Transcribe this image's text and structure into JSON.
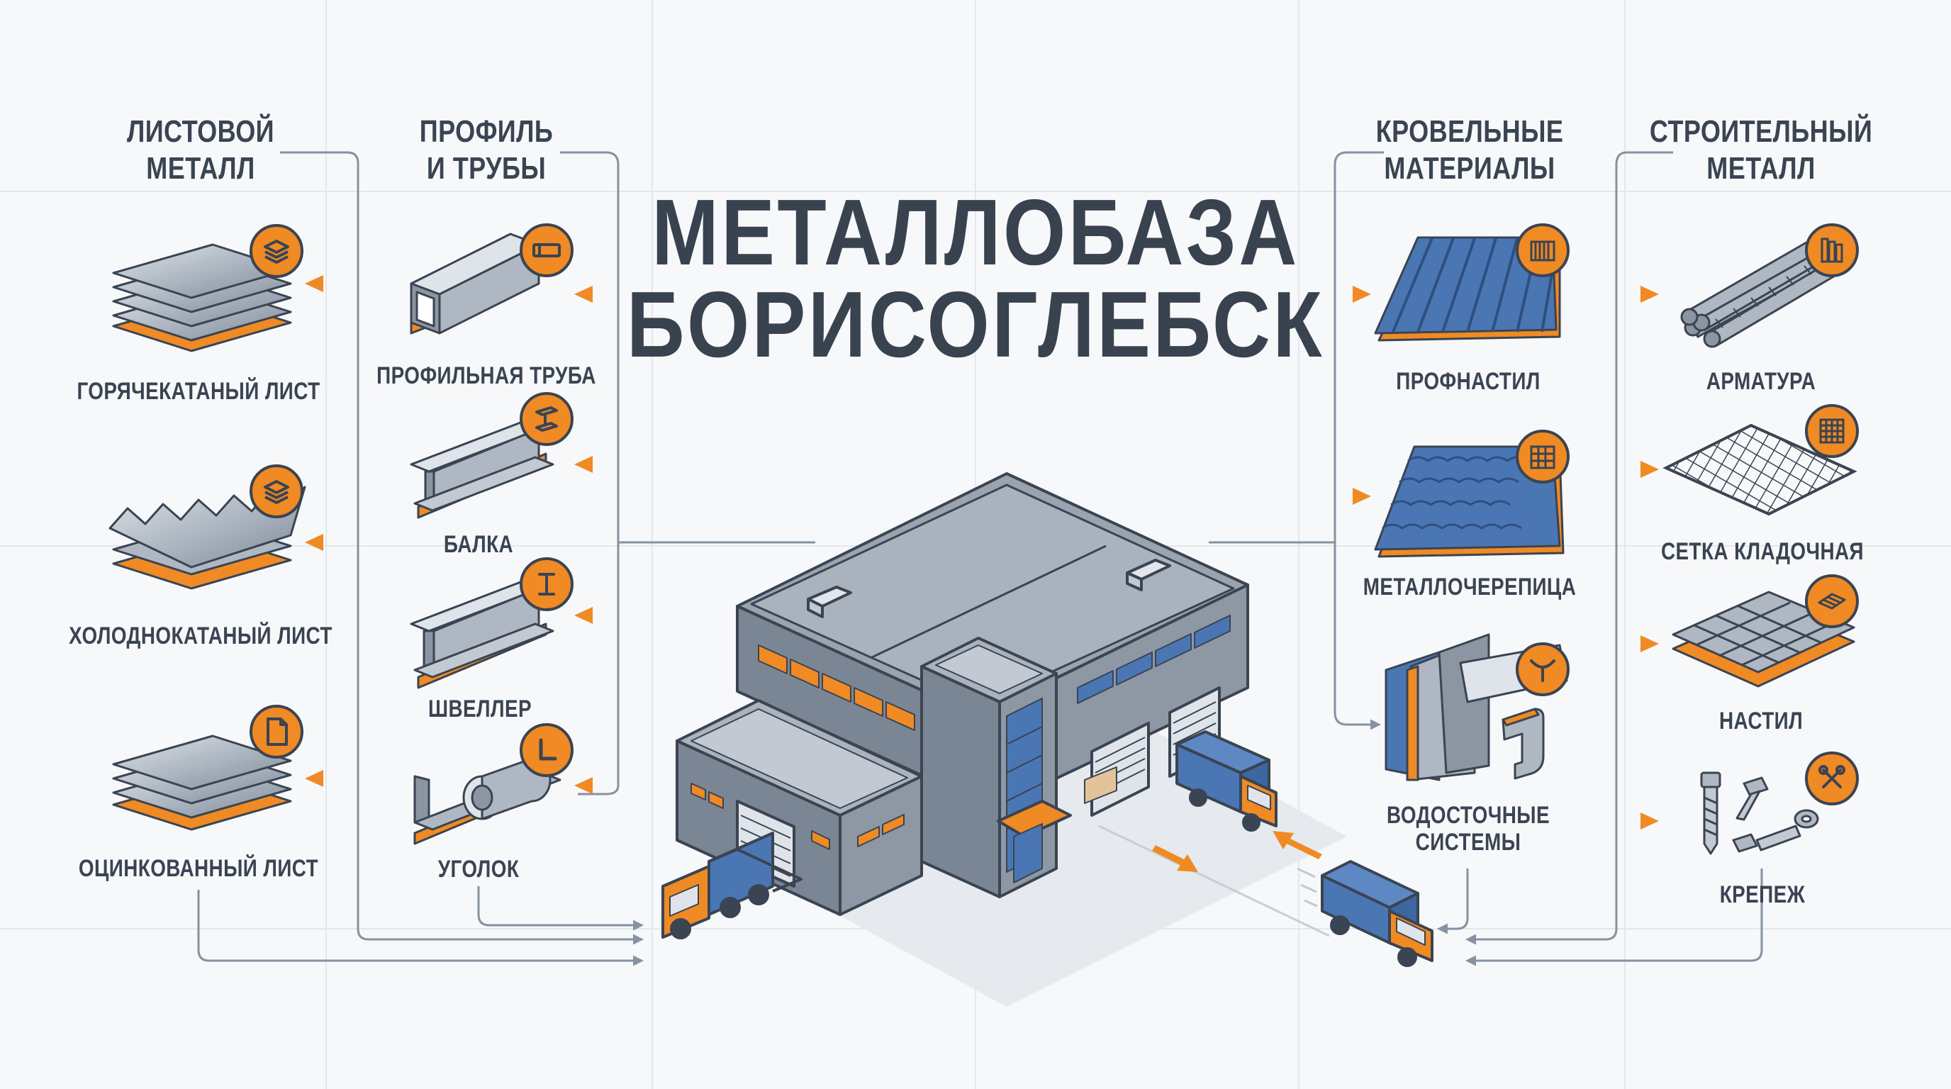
{
  "title": {
    "line1": "МЕТАЛЛОБАЗА",
    "line2": "БОРИСОГЛЕБСК"
  },
  "colors": {
    "accent": "#f08a24",
    "primary_dark": "#3a4452",
    "steel": "#8c96a2",
    "blue": "#4a76b4",
    "connector": "#8592a1",
    "background": "#f7f8fa"
  },
  "categories": [
    {
      "key": "sheet",
      "heading_line1": "ЛИСТОВОЙ",
      "heading_line2": "МЕТАЛЛ",
      "items": [
        {
          "label": "ГОРЯЧЕКАТАНЫЙ ЛИСТ",
          "icon": "stack-icon"
        },
        {
          "label": "ХОЛОДНОКАТАНЫЙ ЛИСТ",
          "icon": "stack-icon"
        },
        {
          "label": "ОЦИНКОВАННЫЙ ЛИСТ",
          "icon": "sheet-icon"
        }
      ]
    },
    {
      "key": "profile",
      "heading_line1": "ПРОФИЛЬ",
      "heading_line2": "И ТРУБЫ",
      "items": [
        {
          "label": "ПРОФИЛЬНАЯ ТРУБА",
          "icon": "pipe-icon"
        },
        {
          "label": "БАЛКА",
          "icon": "beam-icon"
        },
        {
          "label": "ШВЕЛЛЕР",
          "icon": "i-beam-icon"
        },
        {
          "label": "УГОЛОК",
          "icon": "angle-icon"
        }
      ]
    },
    {
      "key": "roofing",
      "heading_line1": "КРОВЕЛЬНЫЕ",
      "heading_line2": "МАТЕРИАЛЫ",
      "items": [
        {
          "label": "ПРОФНАСТИЛ",
          "icon": "corrugated-icon"
        },
        {
          "label": "МЕТАЛЛОЧЕРЕПИЦА",
          "icon": "tile-icon"
        },
        {
          "label": "ВОДОСТОЧНЫЕ СИСТЕМЫ",
          "label_line1": "ВОДОСТОЧНЫЕ",
          "label_line2": "СИСТЕМЫ",
          "icon": "gutter-icon"
        }
      ]
    },
    {
      "key": "construction",
      "heading_line1": "СТРОИТЕЛЬНЫЙ",
      "heading_line2": "МЕТАЛЛ",
      "items": [
        {
          "label": "АРМАТУРА",
          "icon": "rebar-icon"
        },
        {
          "label": "СЕТКА КЛАДОЧНАЯ",
          "icon": "mesh-icon"
        },
        {
          "label": "НАСТИЛ",
          "icon": "grating-icon"
        },
        {
          "label": "КРЕПЕЖ",
          "icon": "wrench-screwdriver-icon"
        }
      ]
    }
  ]
}
